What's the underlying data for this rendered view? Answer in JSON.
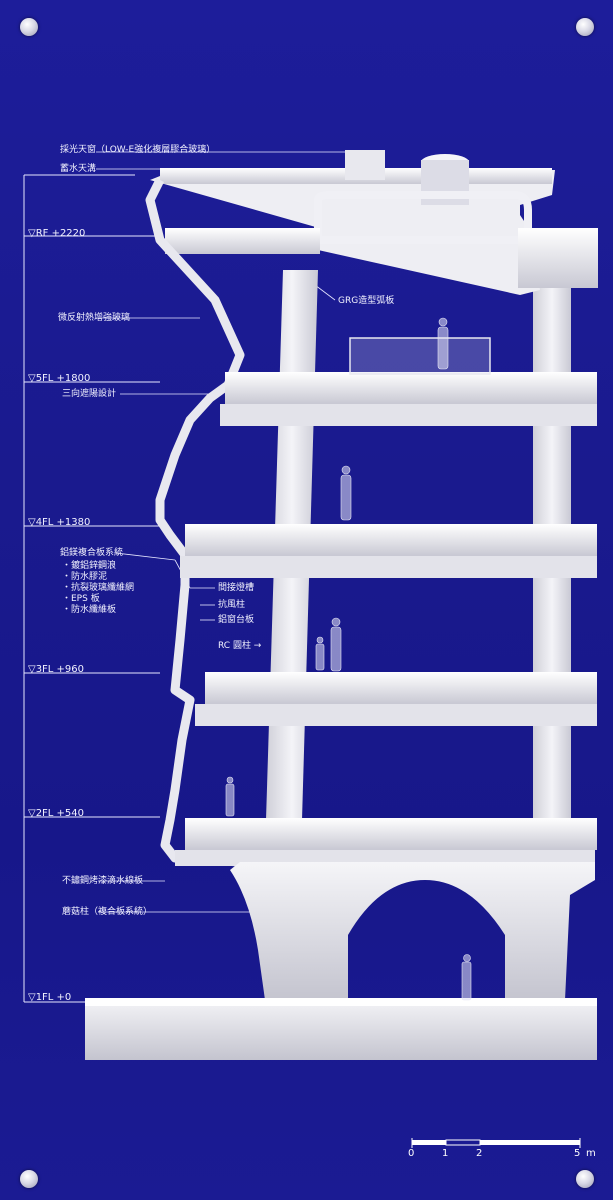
{
  "levels": [
    {
      "label": "▽RF  +2220"
    },
    {
      "label": "▽5FL  +1800"
    },
    {
      "label": "▽4FL  +1380"
    },
    {
      "label": "▽3FL  +960"
    },
    {
      "label": "▽2FL  +540"
    },
    {
      "label": "▽1FL  +0"
    }
  ],
  "annotations": {
    "skylight": "採光天窗（LOW-E強化複層膠合玻璃）",
    "water_roof": "蓄水天溝",
    "low_e_glass": "微反射熱增強玻璃",
    "sun_shade": "三向遮陽設計",
    "composite_system": "鋁鎂複合板系統",
    "bullets": [
      "・鍍鋁鋅鋼浪",
      "・防水膠泥",
      "・抗裂玻璃纖維網",
      "・EPS 板",
      "・防水纖維板"
    ],
    "eave": "間接燈槽",
    "wind_column": "抗風柱",
    "aluminum_panel": "鋁窗台板",
    "rc_column": "RC 圓柱 →",
    "grg": "GRG造型弧板",
    "drip_plate": "不鏽鋼烤漆滴水線板",
    "bulb_column": "蘑菇柱（複合板系統）"
  },
  "scale": {
    "ticks": [
      "0",
      "1",
      "2",
      "5"
    ],
    "unit": "m"
  }
}
